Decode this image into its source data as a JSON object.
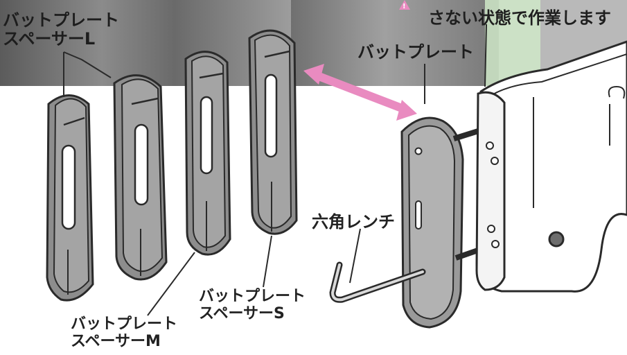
{
  "header_band": {
    "warning_text_line2": "さない状態で作業します"
  },
  "labels": {
    "spacer_l": [
      "バットプレート",
      "スペーサーL"
    ],
    "butt_plate": "バットプレート",
    "hex_wrench": "六角レンチ",
    "spacer_s": [
      "バットプレート",
      "スペーサーS"
    ],
    "spacer_m": [
      "バットプレート",
      "スペーサーM"
    ]
  },
  "colors": {
    "outline": "#2a2a2a",
    "spacer_fill": "#8d8d8d",
    "plate_fill": "#9a9a9a",
    "stock_fill": "#ffffff",
    "arrow": "#e98bc0",
    "band": "#b9b9b9",
    "band_green": "#cfe7c8"
  },
  "icons": [
    "warning-icon",
    "double-arrow-icon"
  ]
}
